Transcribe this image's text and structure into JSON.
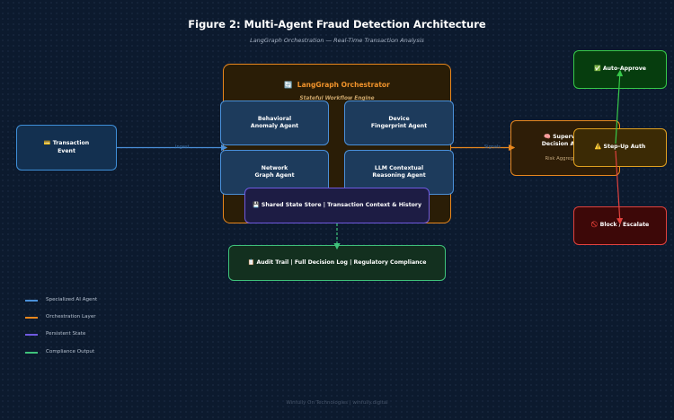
{
  "title": "Figure 2: Multi-Agent Fraud Detection Architecture",
  "subtitle": "LangGraph Orchestration — Real-Time Transaction Analysis",
  "orchestrator": {
    "icon": "🔄",
    "title": "LangGraph Orchestrator",
    "subtitle": "Stateful Workflow Engine"
  },
  "event": {
    "icon": "💳",
    "line1": "Transaction",
    "line2": "Event"
  },
  "agents": {
    "behavioral": {
      "line1": "Behavioral",
      "line2": "Anomaly Agent"
    },
    "device": {
      "line1": "Device",
      "line2": "Fingerprint Agent"
    },
    "network": {
      "line1": "Network",
      "line2": "Graph Agent"
    },
    "llm": {
      "line1": "LLM Contextual",
      "line2": "Reasoning Agent"
    }
  },
  "store": {
    "icon": "💾",
    "text": "Shared State Store  |  Transaction Context & History"
  },
  "audit": {
    "icon": "📋",
    "text": "Audit Trail  |  Full Decision Log  |  Regulatory Compliance"
  },
  "supervisor": {
    "icon": "🧠",
    "line1": "Supervisor",
    "line2": "Decision Agent",
    "sub": "Risk Aggregation"
  },
  "outcomes": {
    "approve": {
      "icon": "✅",
      "label": "Auto-Approve"
    },
    "stepup": {
      "icon": "⚠️",
      "label": "Step-Up Auth"
    },
    "block": {
      "icon": "🚫",
      "label": "Block / Escalate"
    }
  },
  "edges": {
    "ingest": "Ingest",
    "signals": "Signals"
  },
  "legend": [
    {
      "label": "Specialized AI Agent",
      "color": "#4a90d9"
    },
    {
      "label": "Orchestration Layer",
      "color": "#e8871e"
    },
    {
      "label": "Persistent State",
      "color": "#6f5ae0"
    },
    {
      "label": "Compliance Output",
      "color": "#3fc27b"
    }
  ],
  "footer": "Winfully On Technologies  |  winfully.digital"
}
